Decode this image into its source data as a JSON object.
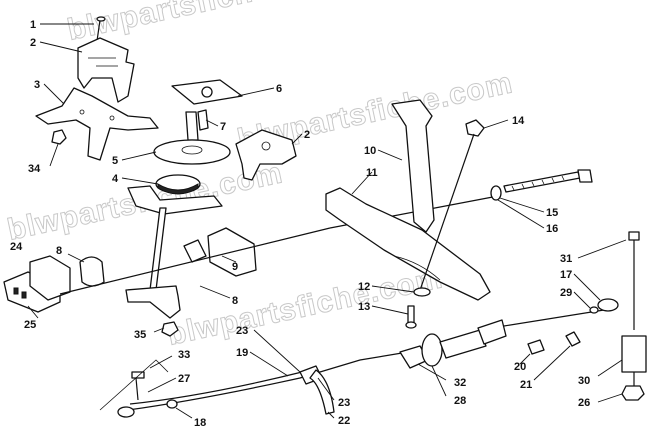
{
  "watermark": "blwpartsfiche.com",
  "callouts": [
    {
      "id": "c1",
      "label": "1"
    },
    {
      "id": "c2a",
      "label": "2"
    },
    {
      "id": "c3",
      "label": "3"
    },
    {
      "id": "c34",
      "label": "34"
    },
    {
      "id": "c6",
      "label": "6"
    },
    {
      "id": "c7",
      "label": "7"
    },
    {
      "id": "c2b",
      "label": "2"
    },
    {
      "id": "c5",
      "label": "5"
    },
    {
      "id": "c4",
      "label": "4"
    },
    {
      "id": "c10",
      "label": "10"
    },
    {
      "id": "c14",
      "label": "14"
    },
    {
      "id": "c11",
      "label": "11"
    },
    {
      "id": "c15",
      "label": "15"
    },
    {
      "id": "c16",
      "label": "16"
    },
    {
      "id": "c24",
      "label": "24"
    },
    {
      "id": "c8a",
      "label": "8"
    },
    {
      "id": "c9",
      "label": "9"
    },
    {
      "id": "c8b",
      "label": "8"
    },
    {
      "id": "c25",
      "label": "25"
    },
    {
      "id": "c12",
      "label": "12"
    },
    {
      "id": "c13",
      "label": "13"
    },
    {
      "id": "c31",
      "label": "31"
    },
    {
      "id": "c17",
      "label": "17"
    },
    {
      "id": "c29",
      "label": "29"
    },
    {
      "id": "c35",
      "label": "35"
    },
    {
      "id": "c23a",
      "label": "23"
    },
    {
      "id": "c19",
      "label": "19"
    },
    {
      "id": "c33",
      "label": "33"
    },
    {
      "id": "c27",
      "label": "27"
    },
    {
      "id": "c18",
      "label": "18"
    },
    {
      "id": "c20",
      "label": "20"
    },
    {
      "id": "c21",
      "label": "21"
    },
    {
      "id": "c32",
      "label": "32"
    },
    {
      "id": "c28",
      "label": "28"
    },
    {
      "id": "c23b",
      "label": "23"
    },
    {
      "id": "c22",
      "label": "22"
    },
    {
      "id": "c30",
      "label": "30"
    },
    {
      "id": "c26",
      "label": "26"
    }
  ]
}
